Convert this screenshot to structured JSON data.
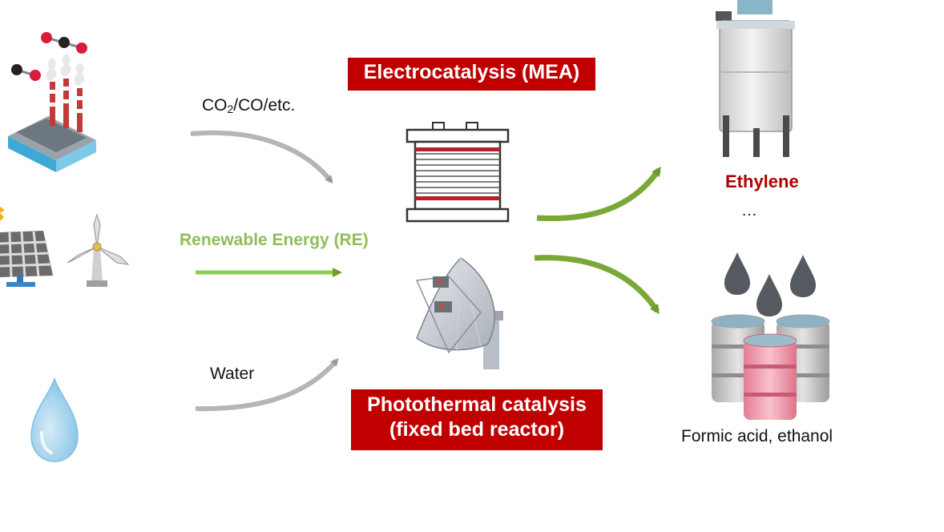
{
  "inputs": {
    "co2_label_parts": [
      "CO",
      "2",
      "/CO/etc."
    ],
    "re_label": "Renewable Energy (RE)",
    "water_label": "Water"
  },
  "processes": {
    "electro_label": "Electrocatalysis (MEA)",
    "photo_label_line1": "Photothermal catalysis",
    "photo_label_line2": "(fixed bed reactor)"
  },
  "products": {
    "ethylene_label": "Ethylene",
    "ellipsis": "…",
    "formic_label": "Formic acid, ethanol"
  },
  "colors": {
    "process_box": "#c00000",
    "renewable_text": "#8fbd5a",
    "ethylene_text": "#b00000",
    "gray_arrow": "#b5b5b5",
    "green_arrow": "#7aa838",
    "water_drop": "#9fd0ec"
  },
  "icons": [
    "factory-icon",
    "co2-molecule-icon",
    "solar-panel-icon",
    "sun-icon",
    "wind-turbine-icon",
    "water-drop-icon",
    "mea-stack-icon",
    "solar-dish-icon",
    "reactor-tank-icon",
    "oil-drop-icon",
    "barrel-icon"
  ]
}
